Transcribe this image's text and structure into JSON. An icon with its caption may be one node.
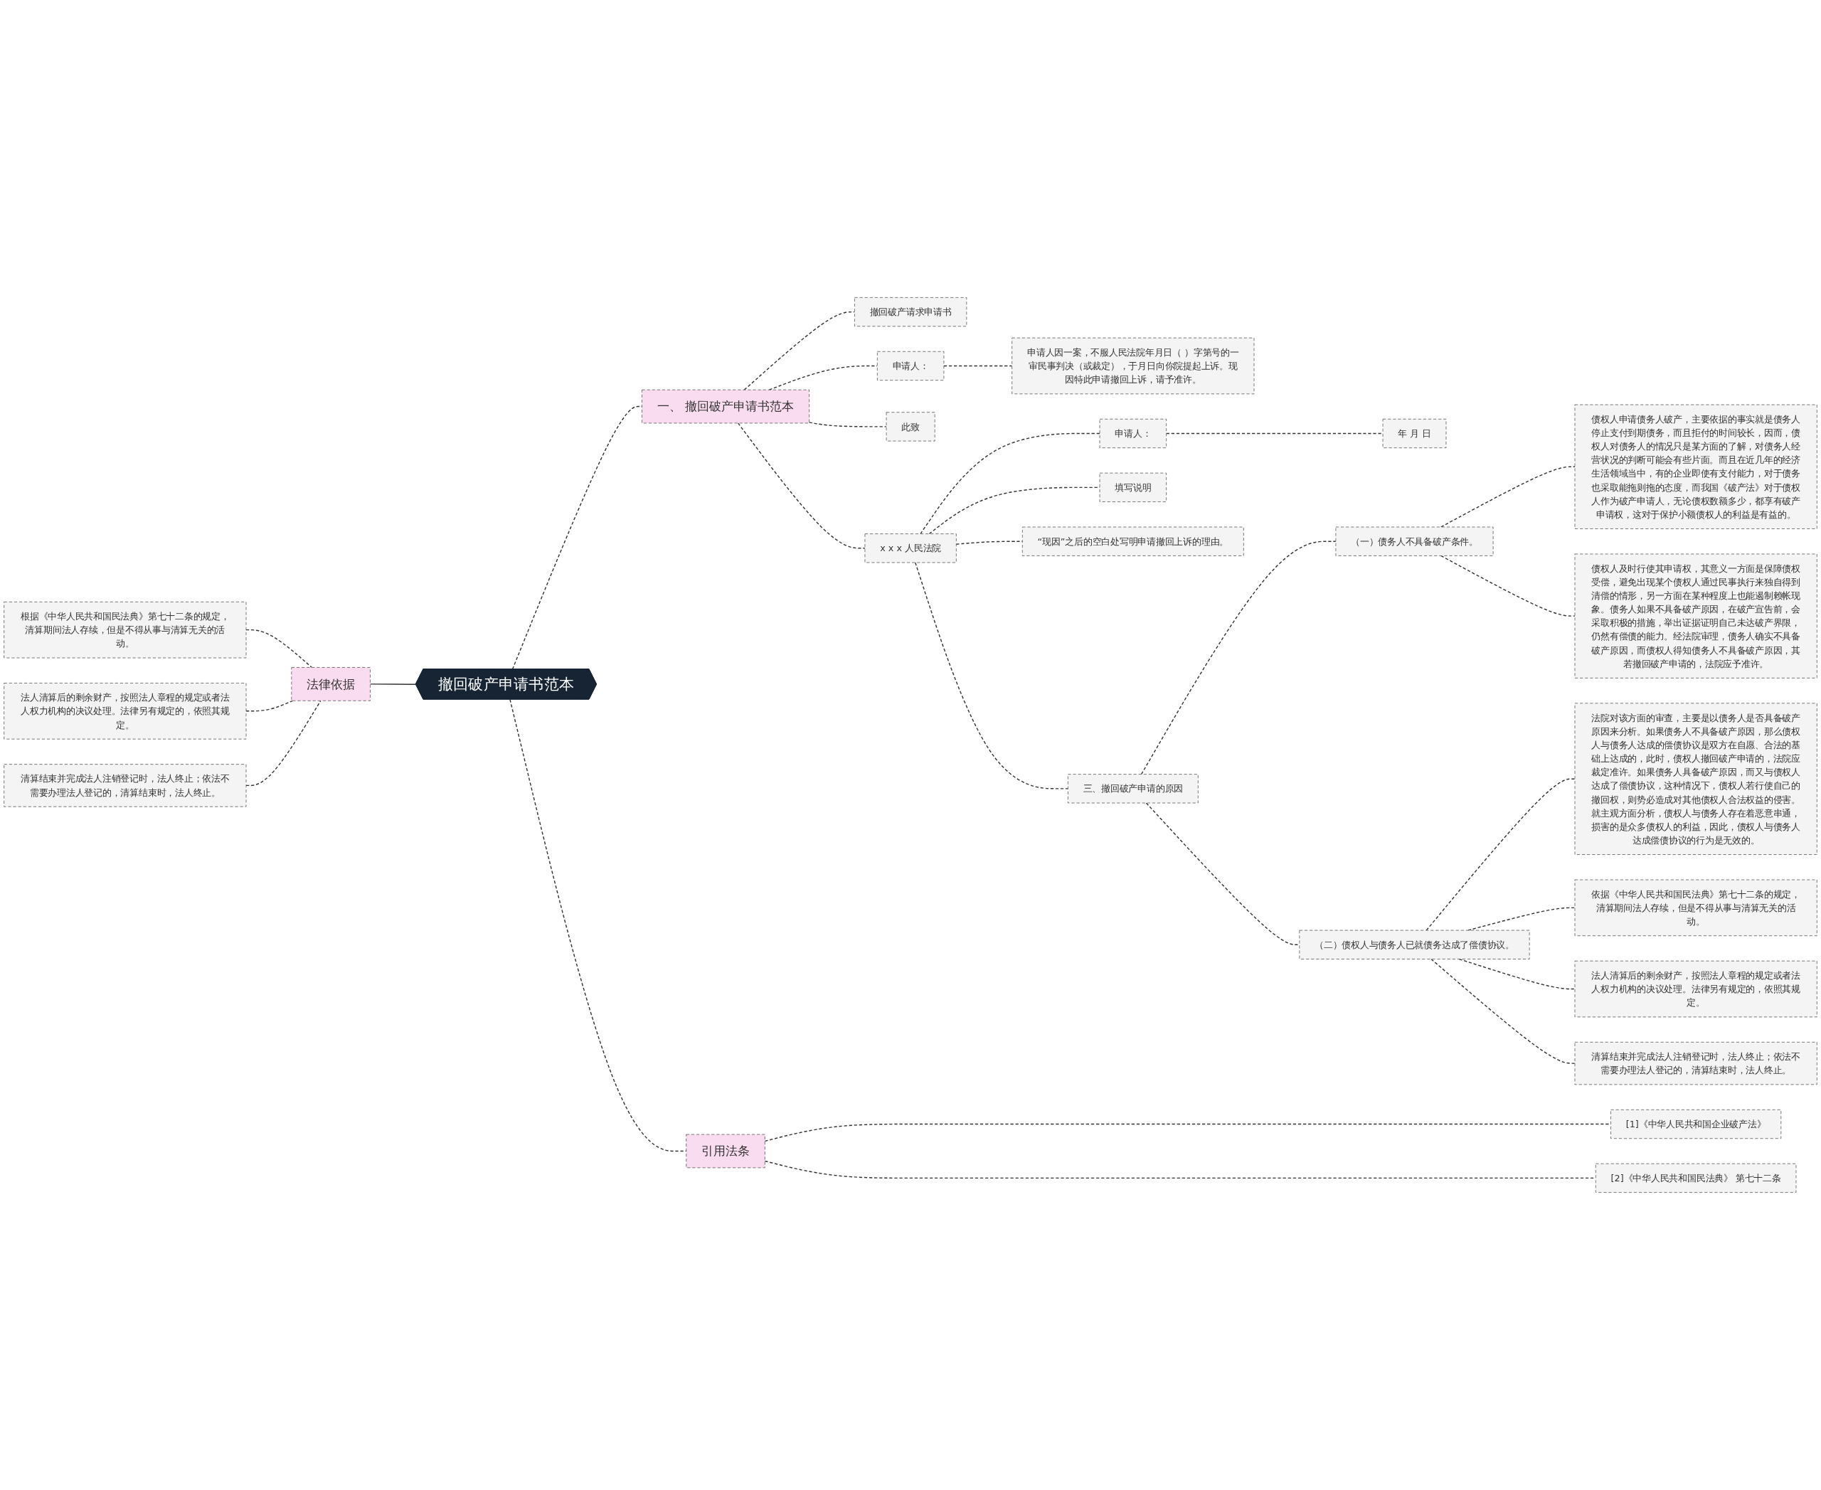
{
  "diagram": {
    "nodes": [
      {
        "text": [
          "撤回破产申请书范本"
        ]
      },
      {
        "text": [
          "法律依据"
        ]
      },
      {
        "text": [
          "根据《中华人民共和国民法典》第七十二条的规定，清算期间法人存续，但是不得从事与清算无关的活动。"
        ]
      },
      {
        "text": [
          "法人清算后的剩余财产，按照法人章程的规定或者法人权力机构的决议处理。法律另有规定的，依照其规定。"
        ]
      },
      {
        "text": [
          "清算结束并完成法人注销登记时，法人终止；依法不需要办理法人登记的，清算结束时，法人终止。"
        ]
      },
      {
        "text": [
          "一、 撤回破产申请书范本"
        ]
      },
      {
        "text": [
          "撤回破产请求申请书"
        ]
      },
      {
        "text": [
          "申请人："
        ]
      },
      {
        "text": [
          "申请人因一案，不服人民法院年月日（ ）字第号的一审民事判决（或裁定），于月日向你院提起上诉。现因特此申请撤回上诉，请予准许。"
        ]
      },
      {
        "text": [
          "此致"
        ]
      },
      {
        "text": [
          "x x x 人民法院"
        ]
      },
      {
        "text": [
          "申请人："
        ]
      },
      {
        "text": [
          "年 月 日"
        ]
      },
      {
        "text": [
          "填写说明"
        ]
      },
      {
        "text": [
          "“现因”之后的空白处写明申请撤回上诉的理由。"
        ]
      },
      {
        "text": [
          "三、撤回破产申请的原因"
        ]
      },
      {
        "text": [
          "（一）债务人不具备破产条件。"
        ]
      },
      {
        "text": [
          "债权人申请债务人破产，主要依据的事实就是债务人停止支付到期债务，而且拒付的时间较长，因而，债权人对债务人的情况只是某方面的了解，对债务人经营状况的判断可能会有些片面。而且在近几年的经济生活领域当中，有的企业即使有支付能力，对于债务也采取能拖则拖的态度，而我国《破产法》对于债权人作为破产申请人，无论债权数额多少，都享有破产申请权，这对于保护小额债权人的利益是有益的。"
        ]
      },
      {
        "text": [
          "债权人及时行使其申请权，其意义一方面是保障债权受偿，避免出现某个债权人通过民事执行来独自得到清偿的情形，另一方面在某种程度上也能遏制赖帐现象。债务人如果不具备破产原因，在破产宣告前，会采取积极的措施，举出证据证明自己未达破产界限，仍然有偿债的能力。经法院审理，债务人确实不具备破产原因，而债权人得知债务人不具备破产原因，其若撤回破产申请的，法院应予准许。"
        ]
      },
      {
        "text": [
          "（二）债权人与债务人已就债务达成了偿债协议。"
        ]
      },
      {
        "text": [
          "法院对该方面的审查，主要是以债务人是否具备破产原因来分析。如果债务人不具备破产原因，那么债权人与债务人达成的偿债协议是双方在自愿、合法的基础上达成的，此时，债权人撤回破产申请的，法院应裁定准许。如果债务人具备破产原因，而又与债权人达成了偿债协议，这种情况下，债权人若行使自己的撤回权，则势必造成对其他债权人合法权益的侵害。就主观方面分析，债权人与债务人存在着恶意串通，损害的是众多债权人的利益，因此，债权人与债务人达成偿债协议的行为是无效的。"
        ]
      },
      {
        "text": [
          "依据《中华人民共和国民法典》第七十二条的规定，清算期间法人存续，但是不得从事与清算无关的活动。"
        ]
      },
      {
        "text": [
          "法人清算后的剩余财产，按照法人章程的规定或者法人权力机构的决议处理。法律另有规定的，依照其规定。"
        ]
      },
      {
        "text": [
          "清算结束并完成法人注销登记时，法人终止；依法不需要办理法人登记的，清算结束时，法人终止。"
        ]
      },
      {
        "text": [
          "引用法条"
        ]
      },
      {
        "text": [
          "[1]《中华人民共和国企业破产法》"
        ]
      },
      {
        "text": [
          "[2]《中华人民共和国民法典》 第七十二条"
        ]
      }
    ],
    "edges": [
      {
        "from": 0,
        "to": 1,
        "arrow": "none"
      },
      {
        "from": 1,
        "to": 2,
        "arrow": "none",
        "style": "dashed"
      },
      {
        "from": 1,
        "to": 3,
        "arrow": "none",
        "style": "dashed"
      },
      {
        "from": 1,
        "to": 4,
        "arrow": "none",
        "style": "dashed"
      },
      {
        "from": 0,
        "to": 5,
        "arrow": "none",
        "style": "dashed"
      },
      {
        "from": 5,
        "to": 6,
        "arrow": "none",
        "style": "dashed"
      },
      {
        "from": 5,
        "to": 7,
        "arrow": "none",
        "style": "dashed"
      },
      {
        "from": 7,
        "to": 8,
        "arrow": "none",
        "style": "dashed"
      },
      {
        "from": 5,
        "to": 9,
        "arrow": "none",
        "style": "dashed"
      },
      {
        "from": 5,
        "to": 10,
        "arrow": "none",
        "style": "dashed"
      },
      {
        "from": 10,
        "to": 11,
        "arrow": "none",
        "style": "dashed"
      },
      {
        "from": 11,
        "to": 12,
        "arrow": "none",
        "style": "dashed"
      },
      {
        "from": 10,
        "to": 13,
        "arrow": "none",
        "style": "dashed"
      },
      {
        "from": 10,
        "to": 14,
        "arrow": "none",
        "style": "dashed"
      },
      {
        "from": 10,
        "to": 15,
        "arrow": "none",
        "style": "dashed"
      },
      {
        "from": 15,
        "to": 16,
        "arrow": "none",
        "style": "dashed"
      },
      {
        "from": 16,
        "to": 17,
        "arrow": "none",
        "style": "dashed"
      },
      {
        "from": 16,
        "to": 18,
        "arrow": "none",
        "style": "dashed"
      },
      {
        "from": 15,
        "to": 19,
        "arrow": "none",
        "style": "dashed"
      },
      {
        "from": 19,
        "to": 20,
        "arrow": "none",
        "style": "dashed"
      },
      {
        "from": 19,
        "to": 21,
        "arrow": "none",
        "style": "dashed"
      },
      {
        "from": 19,
        "to": 22,
        "arrow": "none",
        "style": "dashed"
      },
      {
        "from": 19,
        "to": 23,
        "arrow": "none",
        "style": "dashed"
      },
      {
        "from": 0,
        "to": 24,
        "arrow": "none",
        "style": "dashed"
      },
      {
        "from": 24,
        "to": 25,
        "arrow": "none",
        "style": "dashed"
      },
      {
        "from": 24,
        "to": 26,
        "arrow": "none",
        "style": "dashed"
      }
    ]
  }
}
